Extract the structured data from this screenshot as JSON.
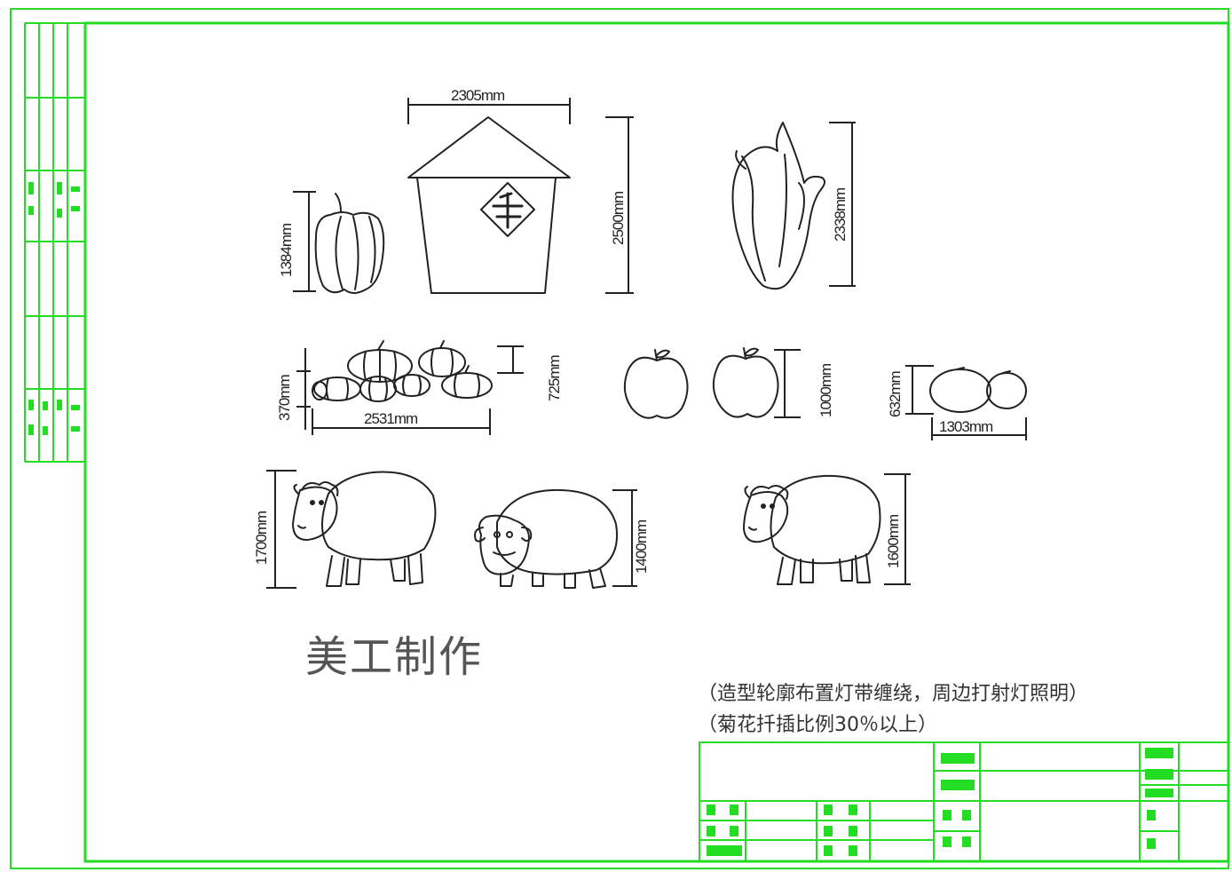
{
  "dimensions": {
    "house_width": "2305mm",
    "house_height": "2500mm",
    "pepper_height": "1384mm",
    "corn_height": "2338mm",
    "pumpkin_pile_height": "370mm",
    "pumpkin_pile_width": "2531mm",
    "pumpkin_small_height": "725mm",
    "apple_height": "1000mm",
    "orange_height": "632mm",
    "orange_width": "1303mm",
    "sheep1_height": "1700mm",
    "sheep2_height": "1400mm",
    "sheep3_height": "1600mm"
  },
  "caption": "美工制作",
  "notes": {
    "line1": "（造型轮廓布置灯带缠绕，周边打射灯照明）",
    "line2": "（菊花扦插比例30％以上）"
  },
  "colors": {
    "frame": "#22dd22",
    "ink": "#222222"
  }
}
